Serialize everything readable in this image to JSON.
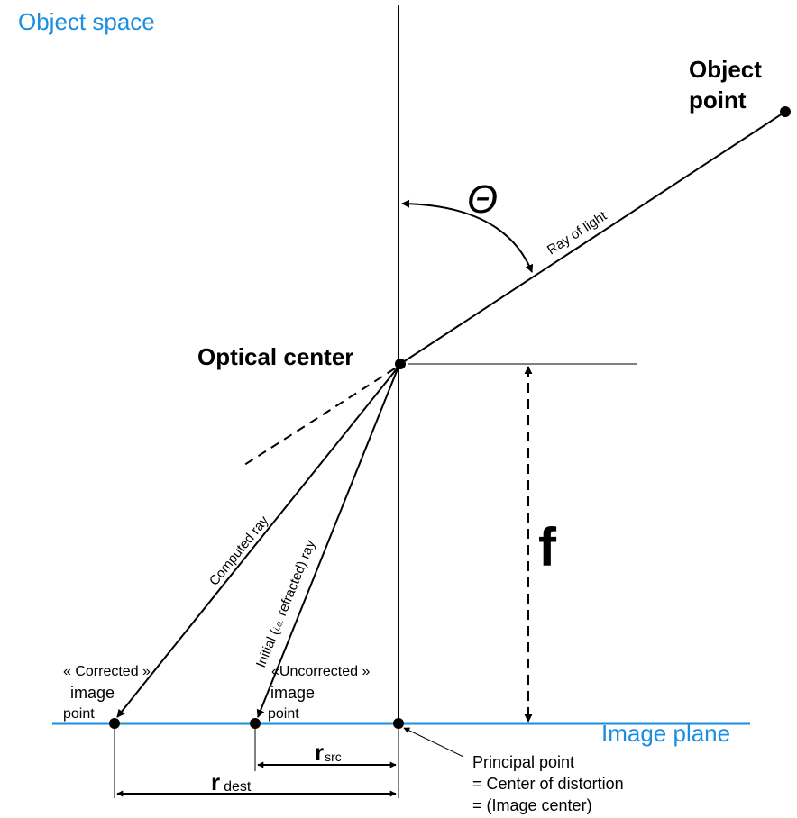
{
  "labels": {
    "object_space": "Object space",
    "object_point_1": "Object",
    "object_point_2": "point",
    "theta": "Θ",
    "ray_of_light": "Ray of light",
    "optical_center": "Optical center",
    "focal_length": "f",
    "computed_ray": "Computed ray",
    "initial_ray_a": "Initial (",
    "initial_ray_ie": "i.e.",
    "initial_ray_b": " refracted) ray",
    "corrected_1": "« Corrected »",
    "corrected_2": "image",
    "corrected_3": "point",
    "uncorrected_1": "«Uncorrected »",
    "uncorrected_2": "image",
    "uncorrected_3": "point",
    "image_plane": "Image plane",
    "r_src_main": "r",
    "r_src_sub": "src",
    "r_dest_main": "r",
    "r_dest_sub": "dest",
    "principal_1": "Principal point",
    "principal_2": "= Center of distortion",
    "principal_3": "= (Image center)"
  },
  "colors": {
    "accent": "#1a8fe0",
    "ink": "#000000"
  }
}
